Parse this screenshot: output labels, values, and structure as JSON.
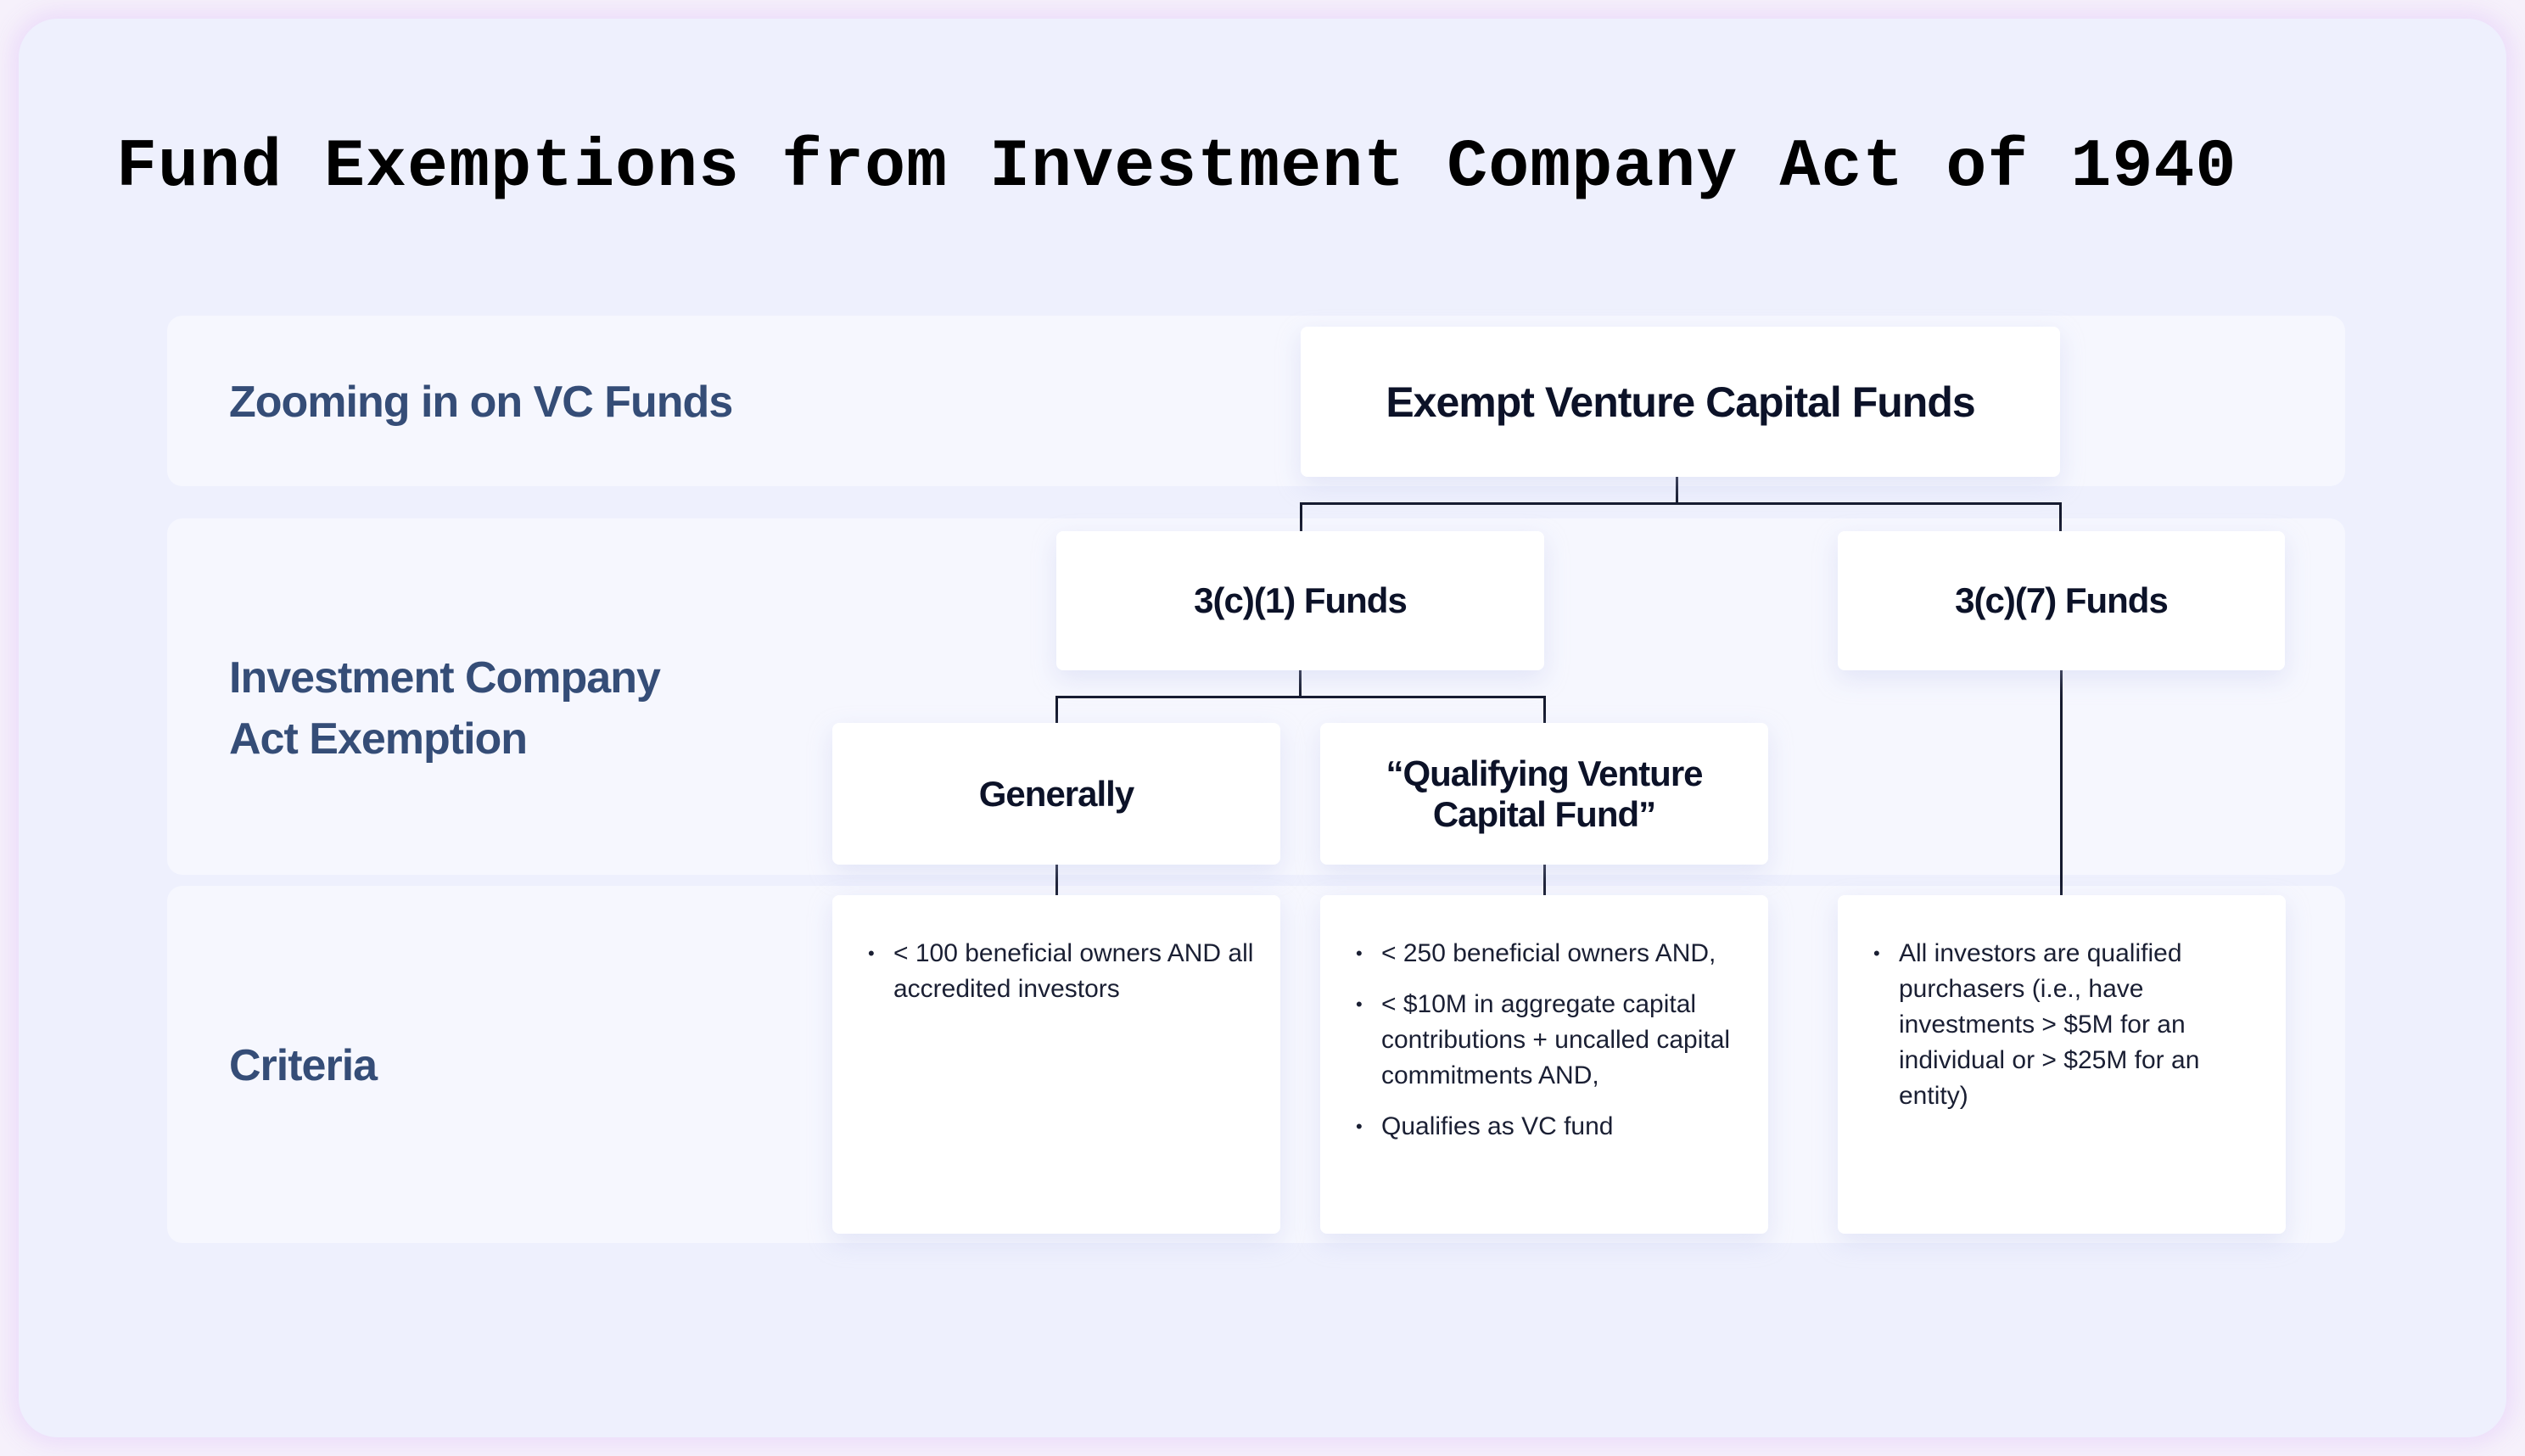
{
  "title": "Fund Exemptions from Investment Company Act of 1940",
  "rows": [
    {
      "label_lines": [
        "Zooming in on VC Funds"
      ]
    },
    {
      "label_lines": [
        "Investment Company",
        "Act Exemption"
      ]
    },
    {
      "label_lines": [
        "Criteria"
      ]
    }
  ],
  "nodes": {
    "root": "Exempt Venture Capital Funds",
    "fund_3c1": "3(c)(1) Funds",
    "fund_3c7": "3(c)(7) Funds",
    "generally": "Generally",
    "qvcf_line1": "“Qualifying Venture",
    "qvcf_line2": "Capital Fund”"
  },
  "criteria": {
    "generally": [
      "< 100 beneficial owners AND all accredited investors"
    ],
    "qvcf": [
      "< 250 beneficial owners AND,",
      "< $10M in aggregate capital contributions + uncalled capital commitments AND,",
      "Qualifies as VC fund"
    ],
    "fund_3c7": [
      "All investors are qualified purchasers (i.e., have investments > $5M for an individual or > $25M for an entity)"
    ]
  },
  "colors": {
    "background": "#eef0fd",
    "panel": "#f6f7fe",
    "row_label": "#354d77",
    "node_text": "#0c1228",
    "connector": "#151a2e"
  }
}
